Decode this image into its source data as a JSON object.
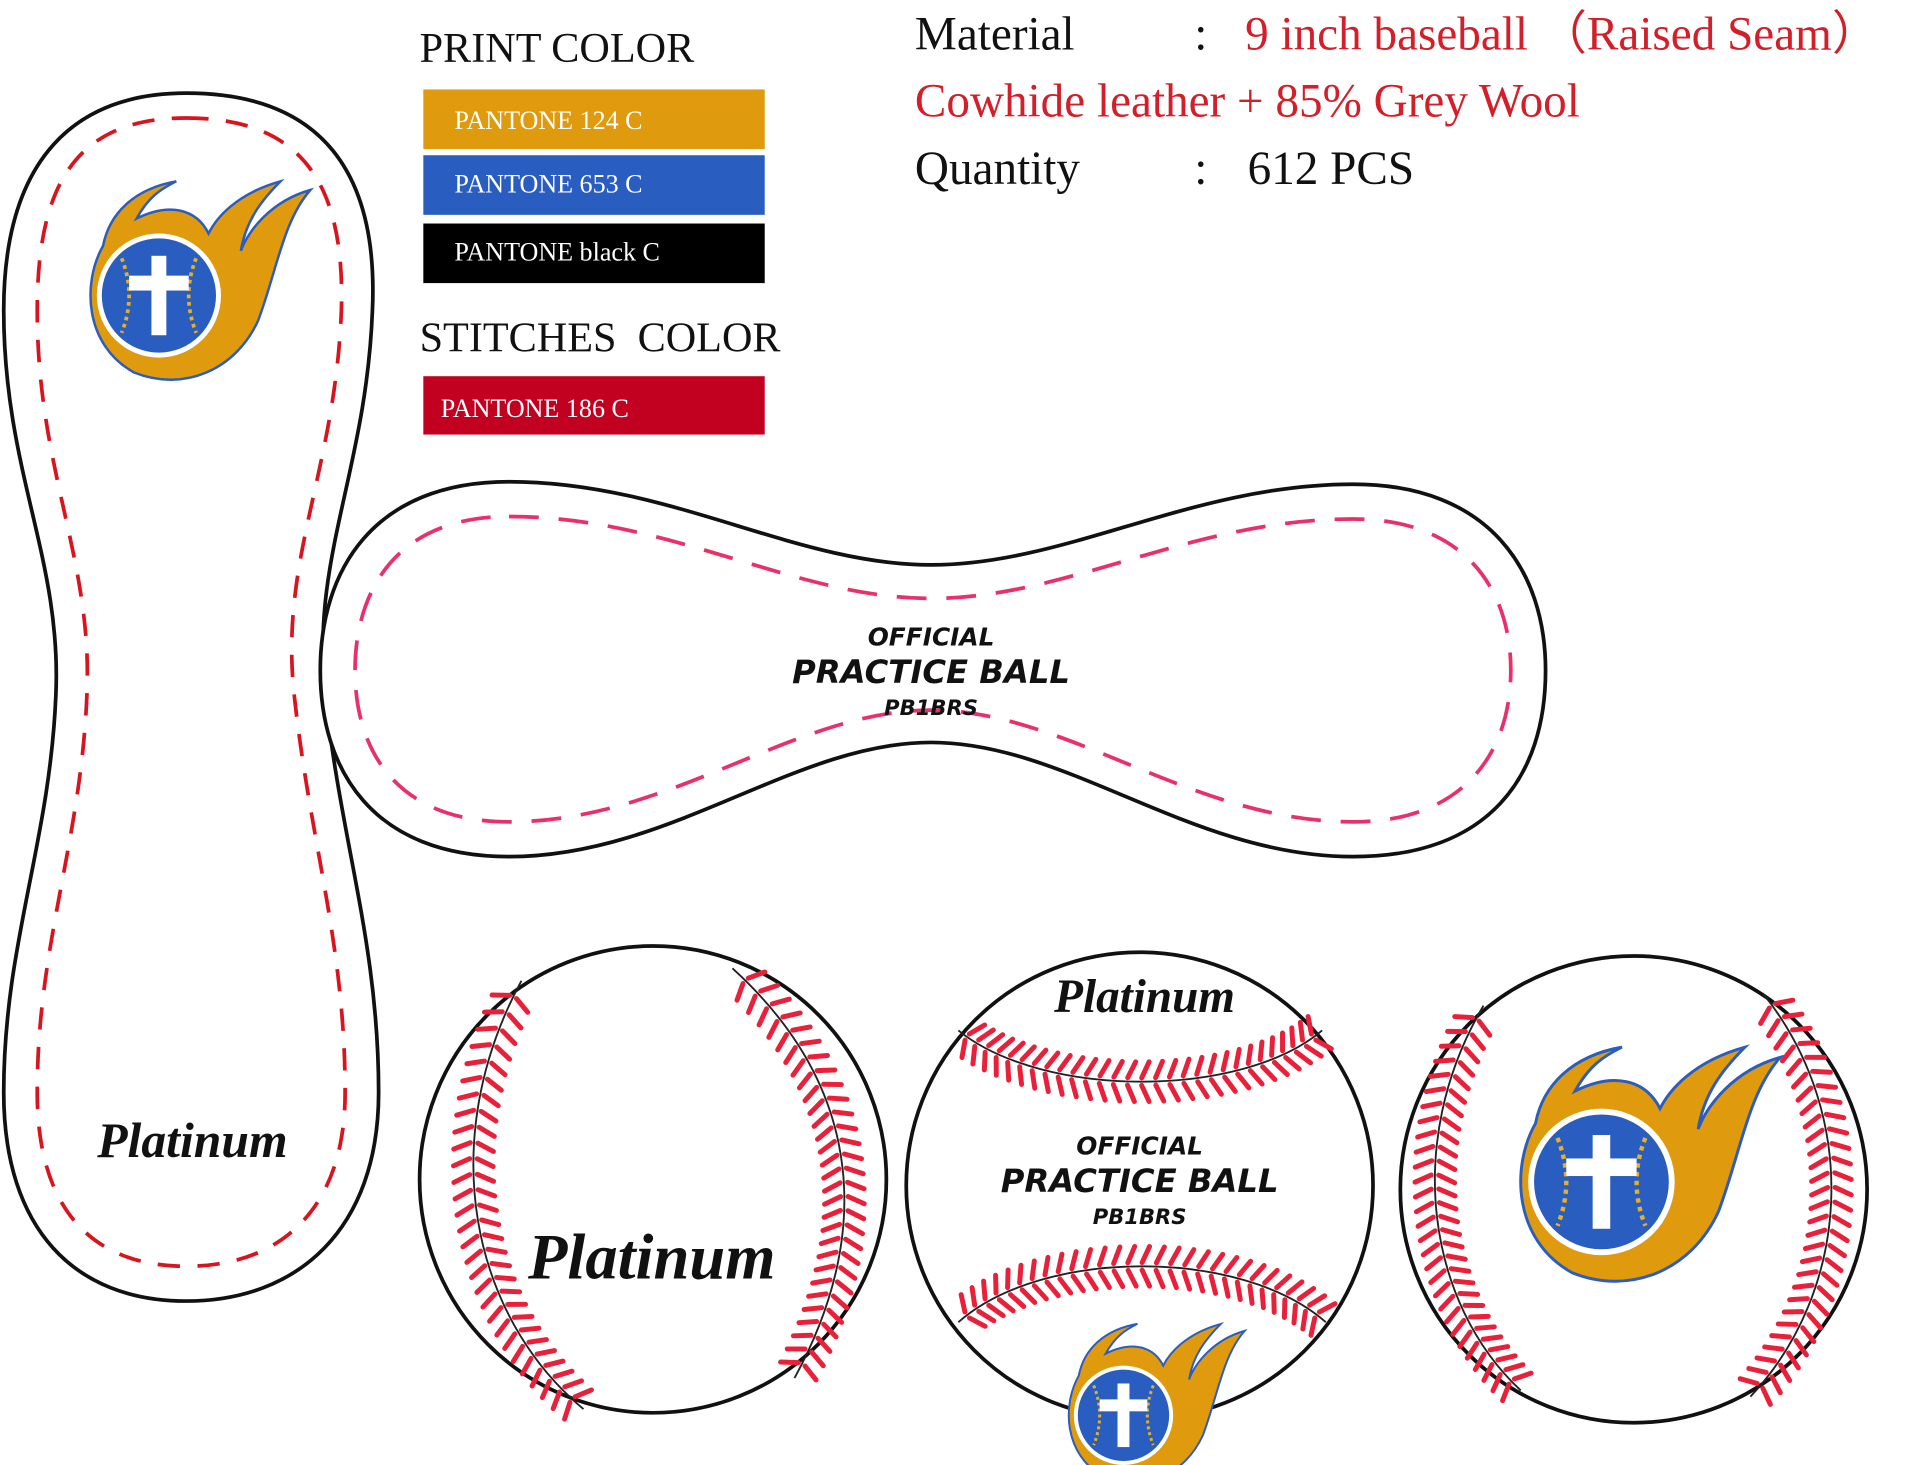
{
  "print_color": {
    "heading": "PRINT COLOR",
    "swatches": [
      {
        "label": "PANTONE 124  C",
        "color": "#DF9A0E"
      },
      {
        "label": "PANTONE 653  C",
        "color": "#2A5DC0"
      },
      {
        "label": "PANTONE black  C",
        "color": "#000000"
      }
    ]
  },
  "stitches_color": {
    "heading": "STITCHES  COLOR",
    "swatch": {
      "label": "PANTONE 186  C",
      "color": "#C2001F"
    }
  },
  "specs": {
    "material_label": "Material",
    "separator": ":",
    "material_value": "9 inch baseball （Raised Seam）",
    "material_detail": "Cowhide leather + 85% Grey Wool",
    "quantity_label": "Quantity",
    "quantity_value": "612 PCS"
  },
  "imprint": {
    "line1": "OFFICIAL",
    "line2": "PRACTICE BALL",
    "line3": "PB1BRS",
    "brand": "Platinum"
  },
  "colors": {
    "stitch_red": "#E8203A",
    "stitch_pink": "#E8306A",
    "flame_orange": "#DF9A0E",
    "logo_blue": "#2A5DC0"
  }
}
